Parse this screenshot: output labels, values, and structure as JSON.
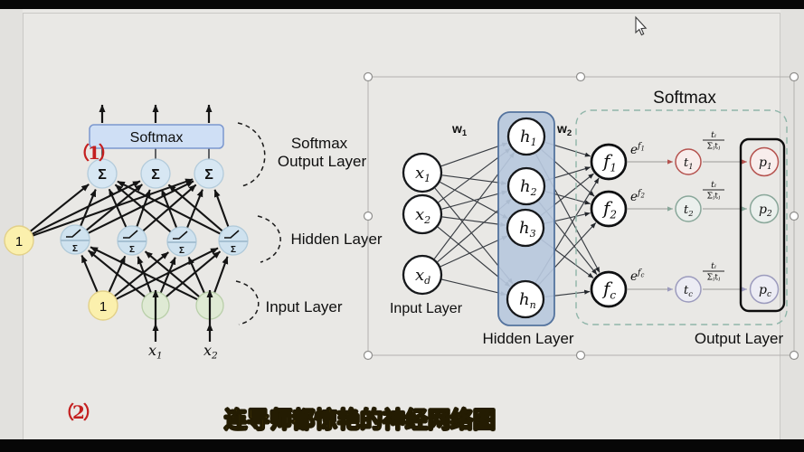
{
  "subtitle": "连导师都惊艳的神经网络图",
  "annotations": {
    "fig1": "（1）",
    "fig2": "（2）"
  },
  "colors": {
    "page_bg": "#e9e8e5",
    "softmax_box_blue": "#cfdff5",
    "sigma_node_blue": "#d4e5f1",
    "bias_node_yellow": "#fbf0ad",
    "input_node_green": "#dde9d2",
    "hidden_panel_blue": "#b7c8dd",
    "row_red": "#b5524e",
    "row_teal": "#89a79a",
    "row_violet": "#9c9bbd",
    "subtitle_yellow": "#f3c31a",
    "figure_label_red": "#c41f1f"
  },
  "left": {
    "softmax_box": "Softmax",
    "sigma": "Σ",
    "bias": "1",
    "inputs": [
      {
        "base": "x",
        "sub": "1"
      },
      {
        "base": "x",
        "sub": "2"
      }
    ],
    "labels": {
      "softmax_line1": "Softmax",
      "softmax_line2": "Output Layer",
      "hidden": "Hidden Layer",
      "input": "Input Layer"
    }
  },
  "right": {
    "title": "Softmax",
    "weights": [
      {
        "base": "w",
        "sub": "1"
      },
      {
        "base": "w",
        "sub": "2"
      }
    ],
    "input_nodes": [
      {
        "base": "x",
        "sub": "1"
      },
      {
        "base": "x",
        "sub": "2"
      },
      {
        "base": "x",
        "sub": "d"
      }
    ],
    "hidden_nodes": [
      {
        "base": "h",
        "sub": "1"
      },
      {
        "base": "h",
        "sub": "2"
      },
      {
        "base": "h",
        "sub": "3"
      },
      {
        "base": "h",
        "sub": "n"
      }
    ],
    "f_nodes": [
      {
        "base": "f",
        "sub": "1"
      },
      {
        "base": "f",
        "sub": "2"
      },
      {
        "base": "f",
        "sub": "c"
      }
    ],
    "exp_labels": [
      {
        "base": "e",
        "sup": "f",
        "sup_sub": "1"
      },
      {
        "base": "e",
        "sup": "f",
        "sup_sub": "2"
      },
      {
        "base": "e",
        "sup": "f",
        "sup_sub": "c"
      }
    ],
    "t_nodes": [
      {
        "base": "t",
        "sub": "1"
      },
      {
        "base": "t",
        "sub": "2"
      },
      {
        "base": "t",
        "sub": "c"
      }
    ],
    "p_nodes": [
      {
        "base": "p",
        "sub": "1"
      },
      {
        "base": "p",
        "sub": "2"
      },
      {
        "base": "p",
        "sub": "c"
      }
    ],
    "fractions": [
      {
        "num": "tᵢ",
        "den": "Σⱼtⱼ"
      },
      {
        "num": "tᵢ",
        "den": "Σⱼtⱼ"
      },
      {
        "num": "tᵢ",
        "den": "Σⱼtⱼ"
      }
    ],
    "labels": {
      "input": "Input Layer",
      "hidden": "Hidden Layer",
      "output": "Output Layer"
    }
  }
}
